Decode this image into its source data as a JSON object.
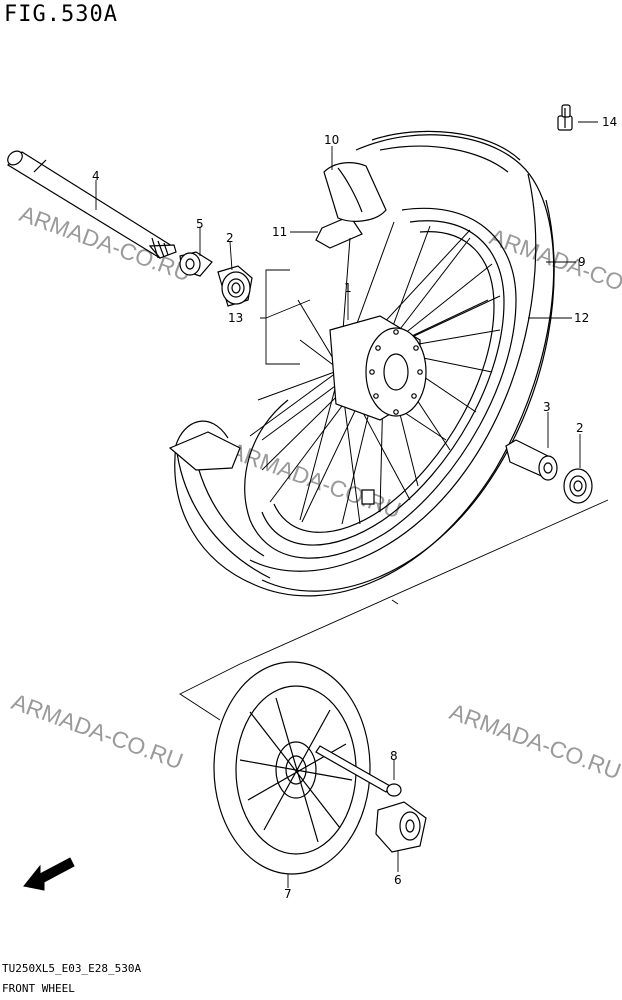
{
  "figure": {
    "title": "FIG.530A",
    "model_code": "TU250XL5_E03_E28_530A",
    "name": "FRONT WHEEL"
  },
  "watermark": "ARMADA-CO.RU",
  "fwd_label": "FWD",
  "callouts": [
    "1",
    "2",
    "2",
    "3",
    "4",
    "5",
    "6",
    "7",
    "8",
    "9",
    "10",
    "11",
    "12",
    "13",
    "14"
  ],
  "colors": {
    "line": "#000000",
    "watermark": "#9a9a9a",
    "background": "#ffffff"
  }
}
